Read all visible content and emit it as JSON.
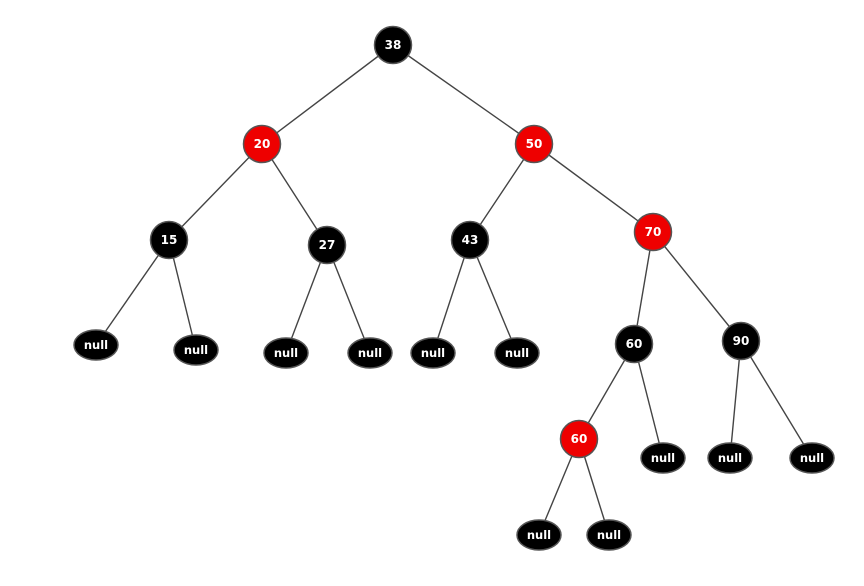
{
  "colors": {
    "red_node": "#ee0000",
    "black_node": "#000000",
    "outline": "#555555",
    "label": "#ffffff",
    "edge": "#444444"
  },
  "tree": {
    "nodes": [
      {
        "id": "n38",
        "label": "38",
        "color": "black",
        "kind": "key"
      },
      {
        "id": "n20",
        "label": "20",
        "color": "red",
        "kind": "key"
      },
      {
        "id": "n50",
        "label": "50",
        "color": "red",
        "kind": "key"
      },
      {
        "id": "n15",
        "label": "15",
        "color": "black",
        "kind": "key"
      },
      {
        "id": "n27",
        "label": "27",
        "color": "black",
        "kind": "key"
      },
      {
        "id": "n43",
        "label": "43",
        "color": "black",
        "kind": "key"
      },
      {
        "id": "n70",
        "label": "70",
        "color": "red",
        "kind": "key"
      },
      {
        "id": "n60a",
        "label": "60",
        "color": "black",
        "kind": "key"
      },
      {
        "id": "n90",
        "label": "90",
        "color": "black",
        "kind": "key"
      },
      {
        "id": "n60b",
        "label": "60",
        "color": "red",
        "kind": "key"
      },
      {
        "id": "null15L",
        "label": "null",
        "color": "black",
        "kind": "null"
      },
      {
        "id": "null15R",
        "label": "null",
        "color": "black",
        "kind": "null"
      },
      {
        "id": "null27L",
        "label": "null",
        "color": "black",
        "kind": "null"
      },
      {
        "id": "null27R",
        "label": "null",
        "color": "black",
        "kind": "null"
      },
      {
        "id": "null43L",
        "label": "null",
        "color": "black",
        "kind": "null"
      },
      {
        "id": "null43R",
        "label": "null",
        "color": "black",
        "kind": "null"
      },
      {
        "id": "null60aR",
        "label": "null",
        "color": "black",
        "kind": "null"
      },
      {
        "id": "null90L",
        "label": "null",
        "color": "black",
        "kind": "null"
      },
      {
        "id": "null90R",
        "label": "null",
        "color": "black",
        "kind": "null"
      },
      {
        "id": "null60bL",
        "label": "null",
        "color": "black",
        "kind": "null"
      },
      {
        "id": "null60bR",
        "label": "null",
        "color": "black",
        "kind": "null"
      }
    ],
    "edges": [
      {
        "from": "n38",
        "to": "n20"
      },
      {
        "from": "n38",
        "to": "n50"
      },
      {
        "from": "n20",
        "to": "n15"
      },
      {
        "from": "n20",
        "to": "n27"
      },
      {
        "from": "n50",
        "to": "n43"
      },
      {
        "from": "n50",
        "to": "n70"
      },
      {
        "from": "n15",
        "to": "null15L"
      },
      {
        "from": "n15",
        "to": "null15R"
      },
      {
        "from": "n27",
        "to": "null27L"
      },
      {
        "from": "n27",
        "to": "null27R"
      },
      {
        "from": "n43",
        "to": "null43L"
      },
      {
        "from": "n43",
        "to": "null43R"
      },
      {
        "from": "n70",
        "to": "n60a"
      },
      {
        "from": "n70",
        "to": "n90"
      },
      {
        "from": "n60a",
        "to": "n60b"
      },
      {
        "from": "n60a",
        "to": "null60aR"
      },
      {
        "from": "n90",
        "to": "null90L"
      },
      {
        "from": "n90",
        "to": "null90R"
      },
      {
        "from": "n60b",
        "to": "null60bL"
      },
      {
        "from": "n60b",
        "to": "null60bR"
      }
    ]
  }
}
